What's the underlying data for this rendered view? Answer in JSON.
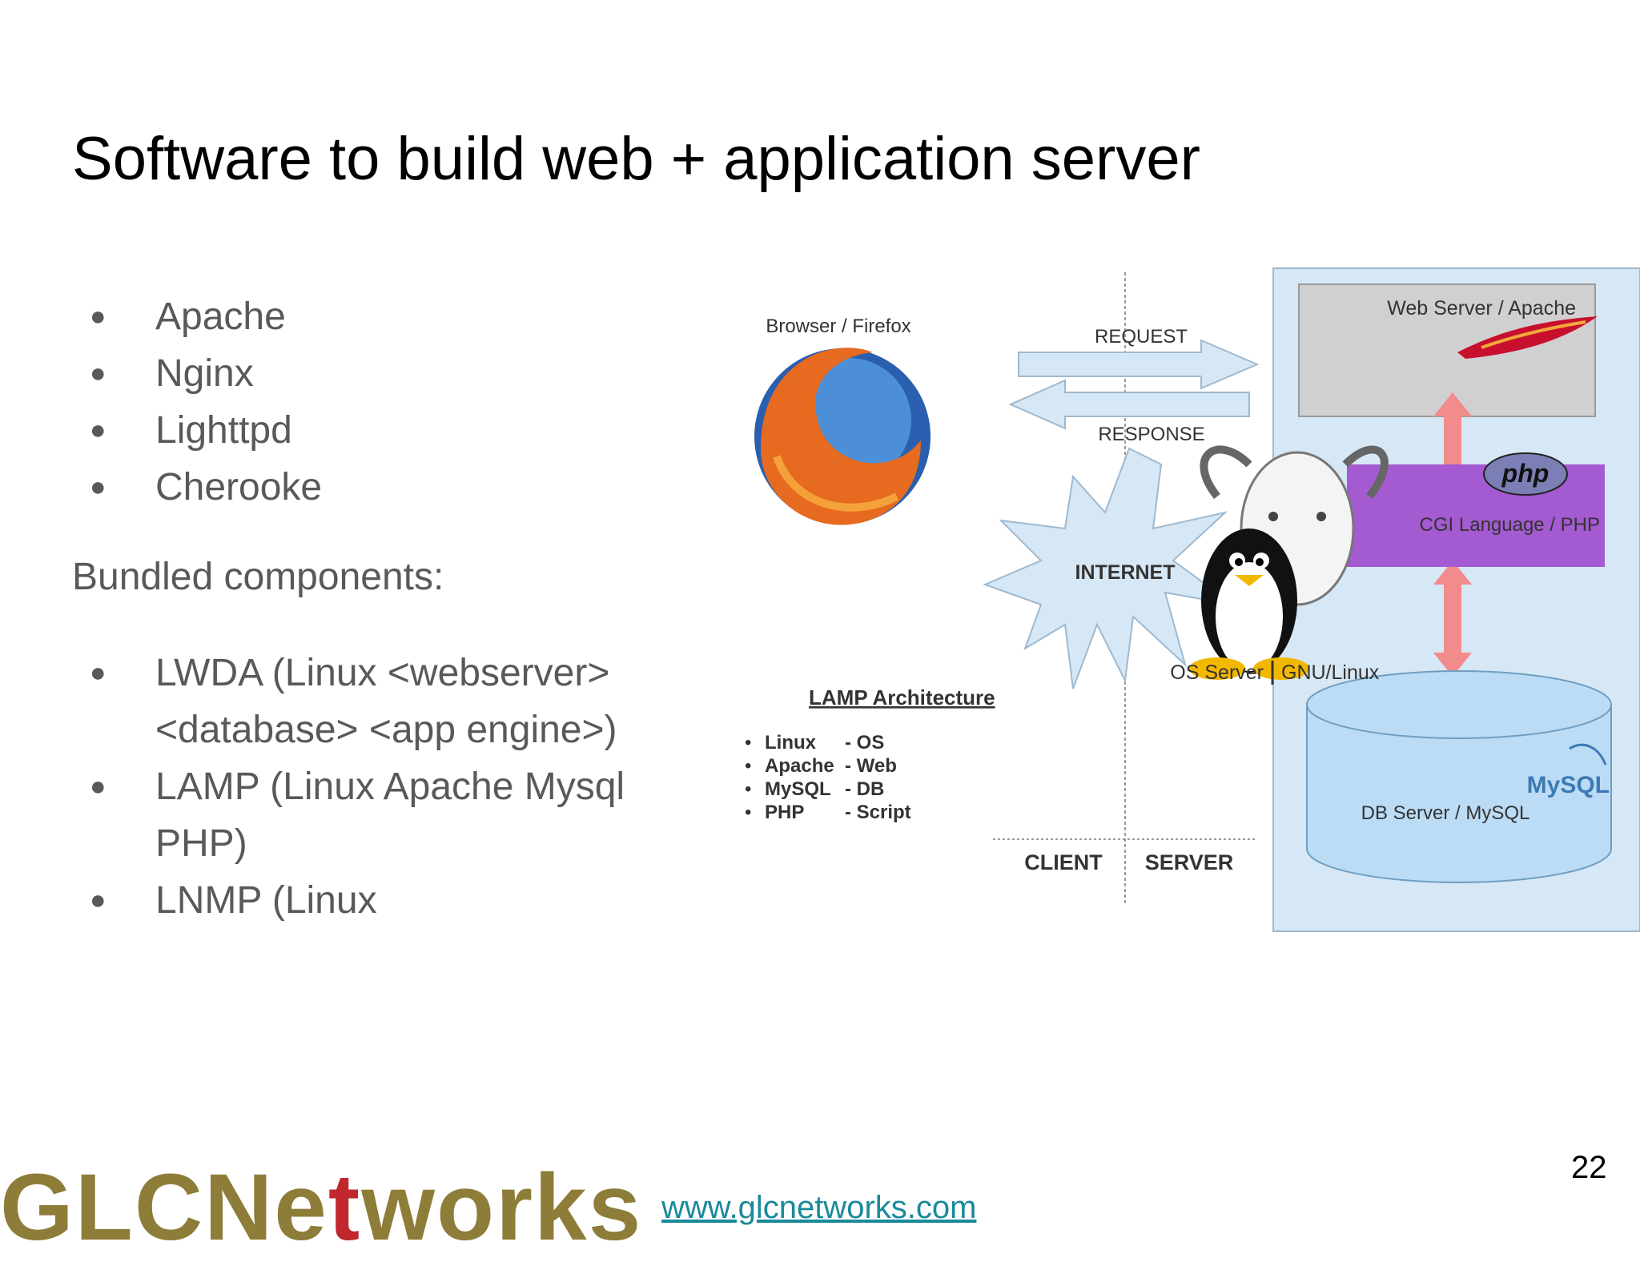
{
  "slide": {
    "title": "Software to build web + application server",
    "servers": [
      "Apache",
      "Nginx",
      "Lighttpd",
      "Cherooke"
    ],
    "bundled_heading": "Bundled components:",
    "bundles": [
      "LWDA (Linux <webserver> <database> <app engine>)",
      "LAMP (Linux Apache Mysql PHP)",
      "LNMP (Linux"
    ],
    "bullet": "●"
  },
  "diagram": {
    "browser_label": "Browser / Firefox",
    "request": "REQUEST",
    "response": "RESPONSE",
    "internet": "INTERNET",
    "web_server": "Web Server / Apache",
    "php_logo": "php",
    "cgi": "CGI Language / PHP",
    "os_server": "OS Server",
    "gnu_linux": "GNU/Linux",
    "mysql_logo": "MySQL",
    "db_server": "DB Server / MySQL",
    "client": "CLIENT",
    "server": "SERVER",
    "lamp_title": "LAMP Architecture",
    "lamp_items": [
      {
        "name": "Linux",
        "role": "- OS"
      },
      {
        "name": "Apache",
        "role": "- Web"
      },
      {
        "name": "MySQL",
        "role": "- DB"
      },
      {
        "name": "PHP",
        "role": "- Script"
      }
    ]
  },
  "footer": {
    "url": "www.glcnetworks.com",
    "page_number": "22",
    "logo_a": "GLCNe",
    "logo_t": "t",
    "logo_b": "works"
  },
  "colors": {
    "panel": "#d6e7f5",
    "arrow": "#f28b8b",
    "php": "#a45ad0",
    "logo": "#8d7d38",
    "link": "#1a8a9a"
  }
}
